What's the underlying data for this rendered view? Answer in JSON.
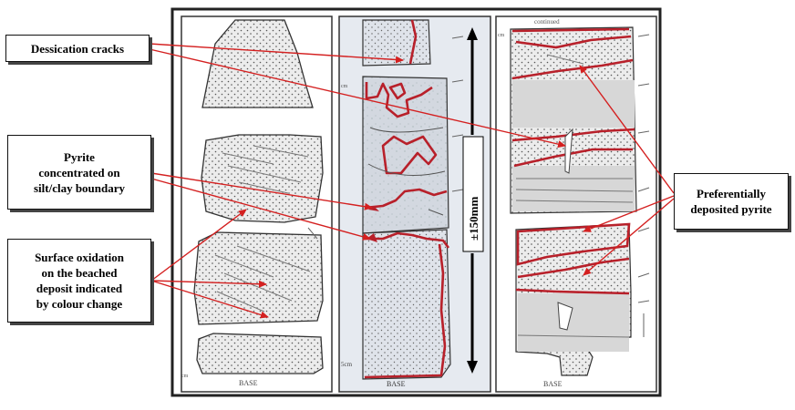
{
  "callouts": {
    "dessication": "Dessication cracks",
    "pyrite_concentrated": "Pyrite\nconcentrated on\nsilt/clay boundary",
    "surface_oxidation": "Surface oxidation\non the beached\ndeposit indicated\nby colour change",
    "preferential": "Preferentially\ndeposited pyrite"
  },
  "figure": {
    "scale_label": "±150mm",
    "base_labels": [
      "BASE",
      "BASE",
      "BASE"
    ],
    "continued_label": "continued",
    "cm_marks": [
      "cm",
      "cm",
      "cm",
      "5cm",
      "cm"
    ]
  },
  "colors": {
    "annotation_red": "#d42020",
    "highlight_red": "#b8202a",
    "panel_blue_tint": "#e6eaf0",
    "rock_grey": "#d7d7d7",
    "outline": "#333333"
  }
}
